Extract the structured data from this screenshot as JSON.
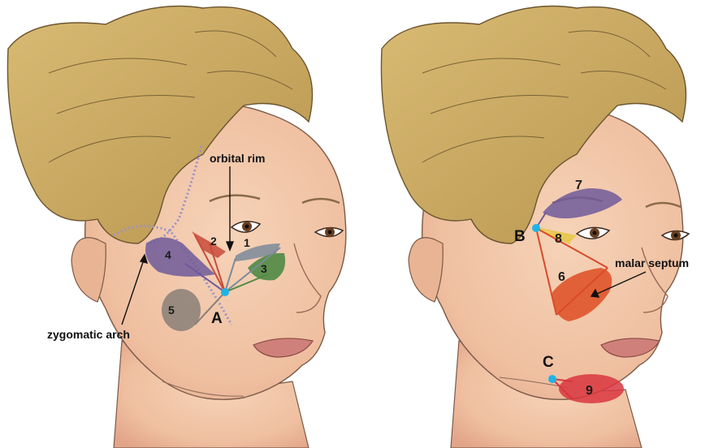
{
  "left_face": {
    "labels": {
      "orbital_rim": "orbital rim",
      "zygomatic_arch": "zygomatic arch",
      "point_a": "A"
    },
    "regions": {
      "r1": "1",
      "r2": "2",
      "r3": "3",
      "r4": "4",
      "r5": "5"
    }
  },
  "right_face": {
    "labels": {
      "malar_septum": "malar septum",
      "point_b": "B",
      "point_c": "C"
    },
    "regions": {
      "r6": "6",
      "r7": "7",
      "r8": "8",
      "r9": "9"
    }
  },
  "colors": {
    "skin": "#f2c6a8",
    "skin_shadow": "#e3a58a",
    "hair": "#c9a862",
    "hair_dark": "#a8884a",
    "point": "#1fb4e6",
    "region_purple": "#6e5a9a",
    "region_green": "#4f8a45",
    "region_red": "#c84a3a",
    "region_orange": "#e0542a",
    "region_gray": "#8a7f78",
    "region_yellow": "#e8c84a"
  }
}
